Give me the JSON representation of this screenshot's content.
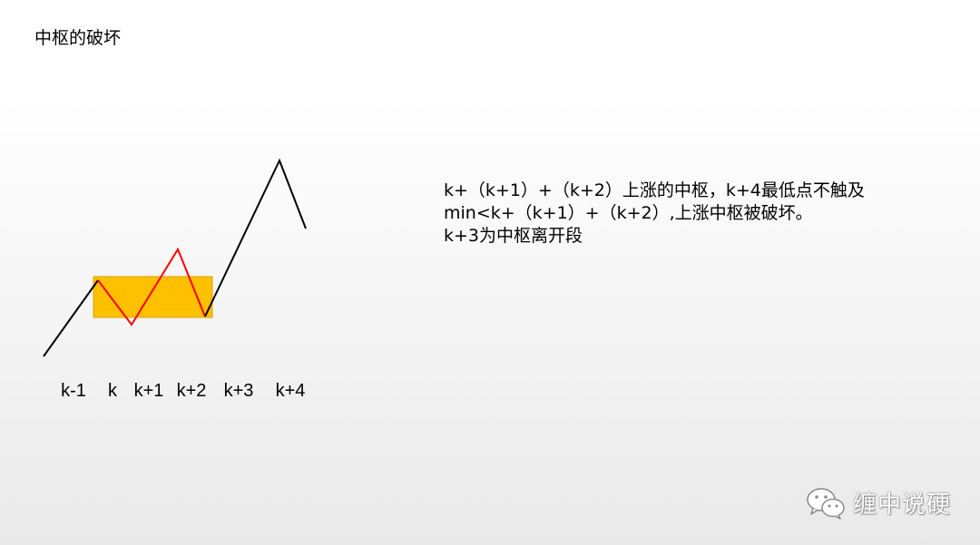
{
  "title": "中枢的破坏",
  "stroke_labels": [
    "k-1",
    "k",
    "k+1",
    "k+2",
    "k+3",
    "k+4"
  ],
  "explanation": [
    "k+（k+1）+（k+2）上涨的中枢，k+4最低点不触及",
    "min<k+（k+1）+（k+2）,上涨中枢被破坏。",
    "k+3为中枢离开段"
  ],
  "watermark": {
    "icon": "wechat-icon",
    "text": "缠中说硬"
  },
  "colors": {
    "zhongshu_box": "#ffc000",
    "zhongshu_strokes": "#ff0000",
    "trend_strokes": "#000000"
  }
}
